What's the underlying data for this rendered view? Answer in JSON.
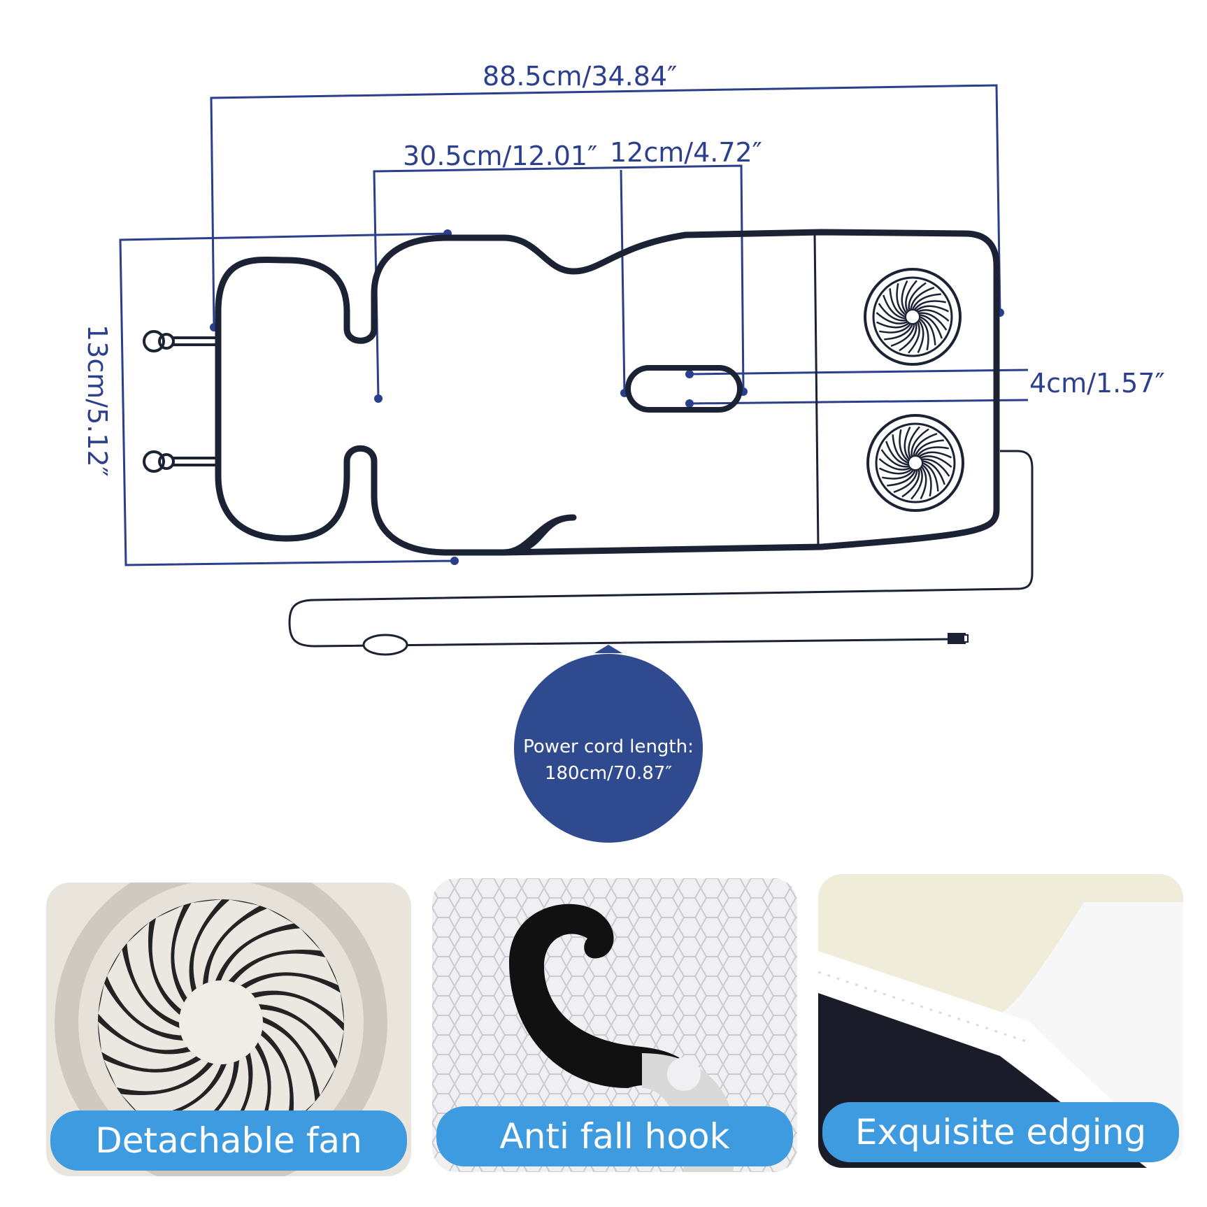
{
  "diagram": {
    "total_length": "88.5cm/34.84″",
    "head_width": "30.5cm/12.01″",
    "slot_length": "12cm/4.72″",
    "slot_width": "4cm/1.57″",
    "height": "13cm/5.12″",
    "power_cord": {
      "line1": "Power cord length:",
      "line2": "180cm/70.87″"
    },
    "colors": {
      "dimension_line": "#2b3f8c",
      "outline": "#1b2233",
      "badge": "#2f4a8f"
    }
  },
  "features": [
    {
      "label": "Detachable fan",
      "icon": "fan-icon"
    },
    {
      "label": "Anti fall hook",
      "icon": "hook-icon"
    },
    {
      "label": "Exquisite edging",
      "icon": "edging-icon"
    }
  ],
  "pill_color": "#3f9be0"
}
